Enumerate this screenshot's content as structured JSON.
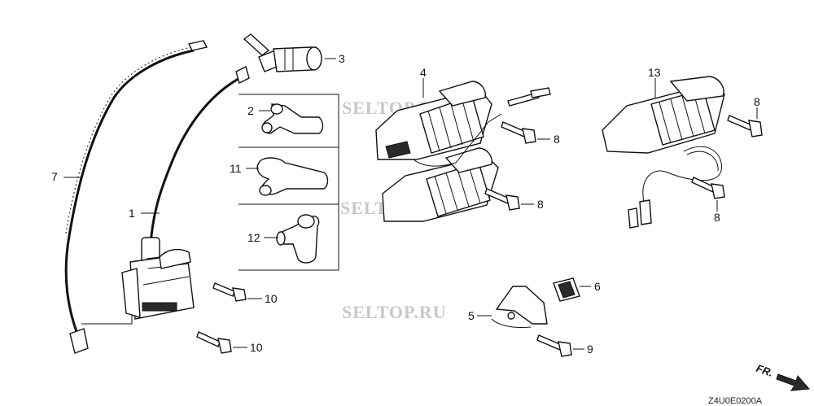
{
  "watermarks": [
    "SELTOP.RU",
    "SELTOP.RU",
    "SELTOP.RU"
  ],
  "diagram_code": "Z4U0E0200A",
  "front_marker": "FR.",
  "callouts": {
    "c1": "1",
    "c2": "2",
    "c3": "3",
    "c4": "4",
    "c5": "5",
    "c6": "6",
    "c7": "7",
    "c8a": "8",
    "c8b": "8",
    "c8c": "8",
    "c8d": "8",
    "c9": "9",
    "c10a": "10",
    "c10b": "10",
    "c11": "11",
    "c12": "12",
    "c13": "13"
  },
  "parts": [
    {
      "ref": "1",
      "name": "ignition-coil"
    },
    {
      "ref": "2",
      "name": "spark-plug-cap-variant"
    },
    {
      "ref": "3",
      "name": "spark-plug-cap"
    },
    {
      "ref": "4",
      "name": "charge-coil"
    },
    {
      "ref": "5",
      "name": "bracket"
    },
    {
      "ref": "6",
      "name": "grommet"
    },
    {
      "ref": "7",
      "name": "ground-wire"
    },
    {
      "ref": "8",
      "name": "flange-bolt"
    },
    {
      "ref": "9",
      "name": "flange-bolt"
    },
    {
      "ref": "10",
      "name": "flange-bolt"
    },
    {
      "ref": "11",
      "name": "spark-plug-cap-variant"
    },
    {
      "ref": "12",
      "name": "spark-plug-cap-variant"
    },
    {
      "ref": "13",
      "name": "charge-coil"
    }
  ]
}
